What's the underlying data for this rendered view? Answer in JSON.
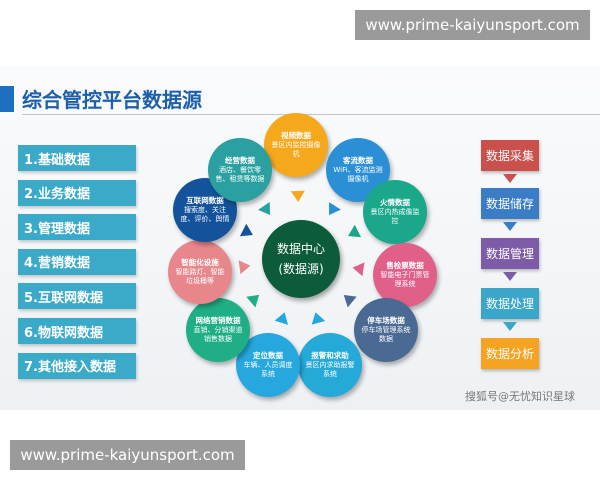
{
  "watermark_top": "www.prime-kaiyunsport.com",
  "watermark_bottom": "www.prime-kaiyunsport.com",
  "title": "综合管控平台数据源",
  "list": [
    "1.基础数据",
    "2.业务数据",
    "3.管理数据",
    "4.营销数据",
    "5.互联网数据",
    "6.物联网数据",
    "7.其他接入数据"
  ],
  "list_color": "#3aaac8",
  "flow": [
    {
      "label": "数据采集",
      "color": "#c9504b"
    },
    {
      "label": "数据储存",
      "color": "#3a7dc4"
    },
    {
      "label": "数据管理",
      "color": "#7d5ba6"
    },
    {
      "label": "数据处理",
      "color": "#3aa6c9"
    },
    {
      "label": "数据分析",
      "color": "#f5a323"
    }
  ],
  "center": {
    "line1": "数据中心",
    "line2": "(数据源)"
  },
  "circles": [
    {
      "title": "视频数据",
      "desc": "景区内监控摄像机",
      "color": "#f5a81c"
    },
    {
      "title": "客流数据",
      "desc": "WiFi、客流监测摄像机",
      "color": "#2b8fd6"
    },
    {
      "title": "火情数据",
      "desc": "景区内热成像监控",
      "color": "#1aa78a"
    },
    {
      "title": "售检票数据",
      "desc": "智能电子门票管理系统",
      "color": "#e0608a"
    },
    {
      "title": "停车场数据",
      "desc": "停车场管理系统数据",
      "color": "#4a6a94"
    },
    {
      "title": "报警和求助",
      "desc": "景区内求助报警系统",
      "color": "#25a9d9"
    },
    {
      "title": "定位数据",
      "desc": "车辆、人员调度系统",
      "color": "#26a8de"
    },
    {
      "title": "网络营销数据",
      "desc": "直销、分销渠道销售数据",
      "color": "#1fae86"
    },
    {
      "title": "智能化设施",
      "desc": "智能路灯、智能垃圾桶等",
      "color": "#e8878b"
    },
    {
      "title": "互联网数据",
      "desc": "搜索度、关注度、评价、舆情",
      "color": "#13539b"
    },
    {
      "title": "经营数据",
      "desc": "酒店、餐饮零售、租赁等数据",
      "color": "#2aa0a0"
    }
  ],
  "credit": "搜狐号@无忧知识星球"
}
